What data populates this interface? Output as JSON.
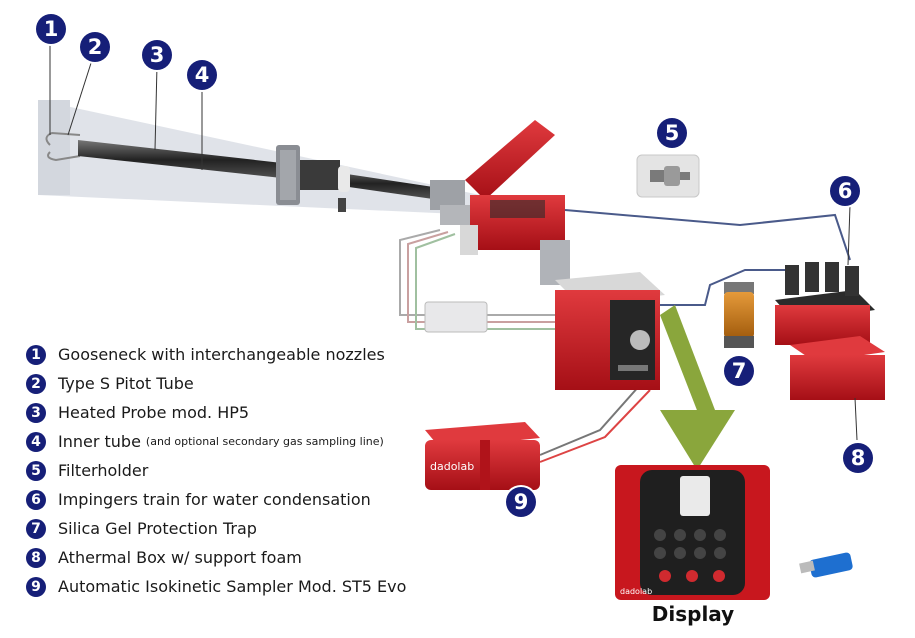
{
  "callouts": {
    "c1": "1",
    "c2": "2",
    "c3": "3",
    "c4": "4",
    "c5": "5",
    "c6": "6",
    "c7": "7",
    "c8": "8",
    "c9": "9"
  },
  "legend": [
    {
      "num": "1",
      "text": "Gooseneck with interchangeable nozzles",
      "note": ""
    },
    {
      "num": "2",
      "text": "Type S Pitot Tube",
      "note": ""
    },
    {
      "num": "3",
      "text": "Heated Probe mod. HP5",
      "note": ""
    },
    {
      "num": "4",
      "text": "Inner tube",
      "note": "(and optional secondary gas sampling line)"
    },
    {
      "num": "5",
      "text": "Filterholder",
      "note": ""
    },
    {
      "num": "6",
      "text": "Impingers train for water condensation",
      "note": ""
    },
    {
      "num": "7",
      "text": "Silica Gel Protection Trap",
      "note": ""
    },
    {
      "num": "8",
      "text": "Athermal Box w/ support foam",
      "note": ""
    },
    {
      "num": "9",
      "text": "Automatic Isokinetic Sampler Mod. ST5 Evo",
      "note": ""
    }
  ],
  "display_caption": "Display",
  "brand_label": "dadolab",
  "colors": {
    "callout": "#161f78",
    "equipment_red": "#c8171e",
    "arrow_green": "#8aa63c",
    "background": "#ffffff"
  }
}
